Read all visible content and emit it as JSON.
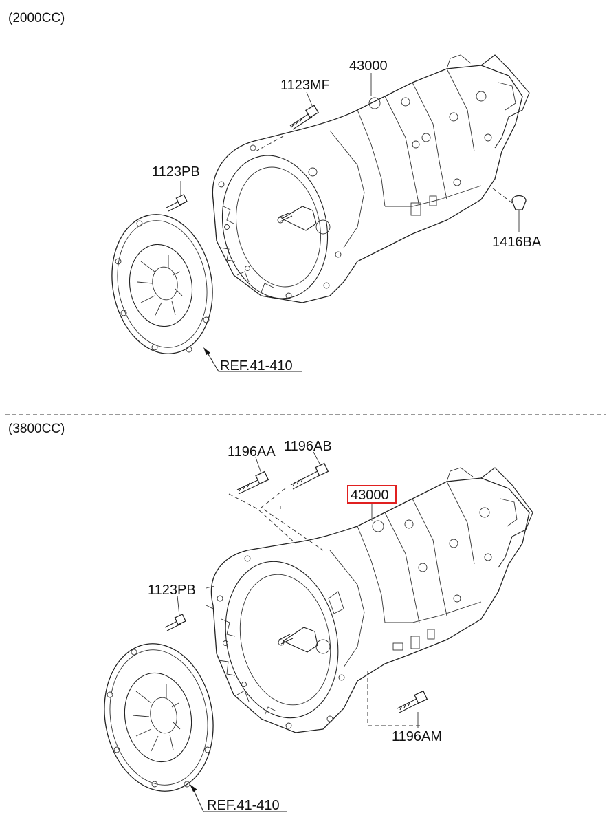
{
  "sections": [
    {
      "title": "(2000CC)",
      "labels": {
        "transmission": "43000",
        "bolt_top": "1123MF",
        "bolt_clutch": "1123PB",
        "plug": "1416BA",
        "ref": "REF.41-410"
      }
    },
    {
      "title": "(3800CC)",
      "labels": {
        "bolt_a": "1196AA",
        "bolt_b": "1196AB",
        "transmission": "43000",
        "bolt_clutch": "1123PB",
        "bolt_bottom": "1196AM",
        "ref": "REF.41-410"
      },
      "highlighted": "43000"
    }
  ],
  "colors": {
    "highlight": "#e02020",
    "line": "#222222"
  }
}
